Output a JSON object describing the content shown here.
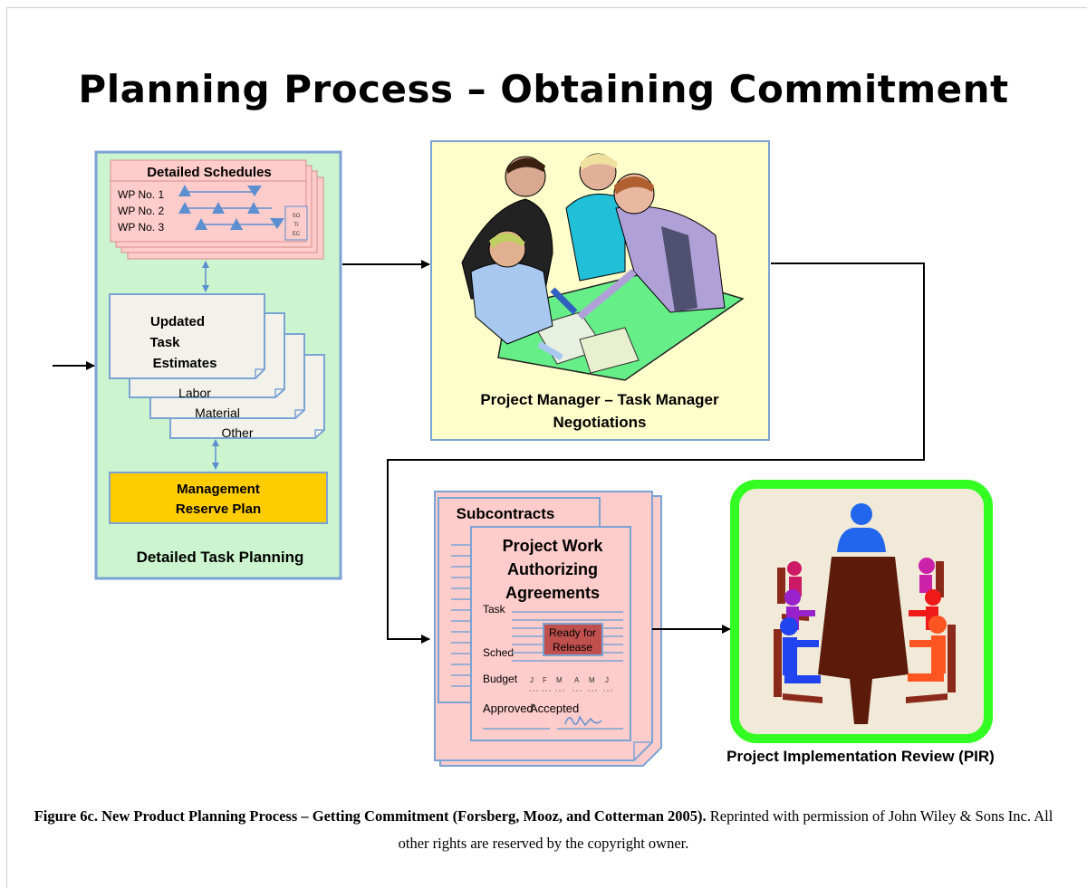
{
  "title": "Planning Process – Obtaining Commitment",
  "planning": {
    "schedules_title": "Detailed Schedules",
    "wp": [
      "WP No. 1",
      "WP No. 2",
      "WP No. 3"
    ],
    "mini_box": [
      "SO",
      "TI",
      "EC"
    ],
    "estimates": [
      "Updated",
      "Task",
      "Estimates"
    ],
    "labor": "Labor",
    "material": "Material",
    "other": "Other",
    "reserve": [
      "Management",
      "Reserve Plan"
    ],
    "label": "Detailed Task Planning"
  },
  "negotiation": {
    "label_line1": "Project Manager – Task Manager",
    "label_line2": "Negotiations"
  },
  "agreements": {
    "subcontracts": "Subcontracts",
    "title": [
      "Project Work",
      "Authorizing",
      "Agreements"
    ],
    "task": "Task",
    "sched": "Sched",
    "budget": "Budget",
    "months": [
      "J",
      "F",
      "M",
      "A",
      "M",
      "J"
    ],
    "ready": [
      "Ready for",
      "Release"
    ],
    "approved": "Approved",
    "accepted": "Accepted"
  },
  "pir": {
    "label": "Project Implementation Review (PIR)"
  },
  "caption": {
    "bold": "Figure 6c. New Product Planning Process – Getting Commitment (Forsberg, Mooz, and Cotterman 2005).",
    "text": " Reprinted with permission of John Wiley & Sons Inc. All other rights are reserved by the copyright owner."
  },
  "colors": {
    "planning_bg": "#ccf5cf",
    "panel_border": "#7aa3d4",
    "negotiation_bg": "#ffffcc",
    "pink": "#ffcccc",
    "reserve": "#ffcc00",
    "pir_border": "#33ff22",
    "pir_bg": "#f2ead8",
    "ready": "#c0504d",
    "table": "#5c1a0a"
  }
}
